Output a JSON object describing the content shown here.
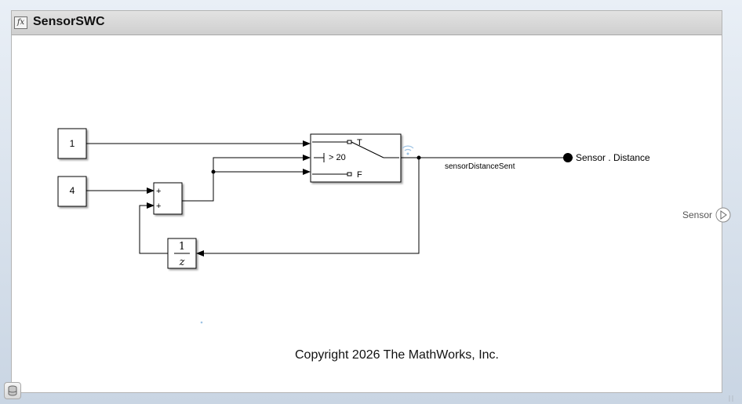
{
  "window": {
    "title": "SensorSWC",
    "title_icon": "fx-function-icon"
  },
  "blocks": {
    "const1": "1",
    "const4": "4",
    "sum_in1": "+",
    "sum_in2": "+",
    "delay_num": "1",
    "delay_den": "z",
    "switch_true": "T",
    "switch_cond": "> 20",
    "switch_false": "F",
    "send_port": "Sensor . Distance",
    "out_port": "Sensor"
  },
  "signals": {
    "distance": "sensorDistanceSent"
  },
  "footer": {
    "copyright": "Copyright 2026 The MathWorks, Inc."
  },
  "icons": {
    "wireless": "wireless-signal-icon",
    "model_browser": "model-browser-icon",
    "resize": "resize-grip-icon"
  },
  "colors": {
    "background": "#ffffff",
    "titlebar": "#d6d6d6",
    "line": "#000000",
    "wireless": "#9ec3e4"
  }
}
